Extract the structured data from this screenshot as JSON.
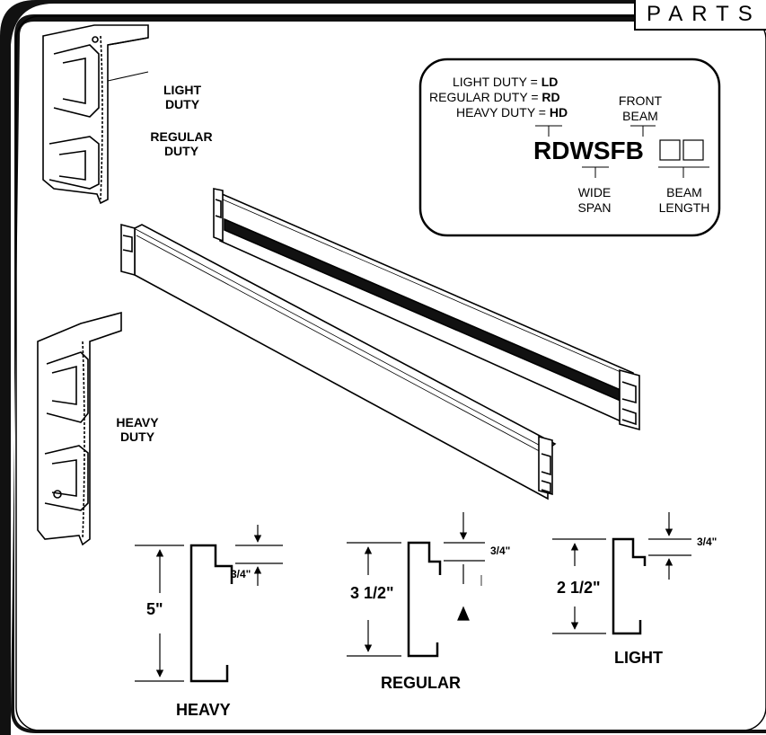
{
  "header": {
    "tab_text": "PARTS"
  },
  "side_labels": {
    "light_duty": "LIGHT DUTY",
    "regular_duty": "REGULAR DUTY",
    "heavy_duty": "HEAVY DUTY"
  },
  "part_key": {
    "rows": [
      {
        "label": "LIGHT DUTY = ",
        "code": "LD"
      },
      {
        "label": "REGULAR DUTY = ",
        "code": "RD"
      },
      {
        "label": "HEAVY DUTY = ",
        "code": "HD"
      }
    ],
    "part_code": "RDWSFB",
    "front_beam": "FRONT BEAM",
    "wide_span": "WIDE SPAN",
    "beam_length": "BEAM LENGTH"
  },
  "profiles": {
    "heavy": {
      "name": "HEAVY",
      "height": "5\"",
      "lip": "3/4\""
    },
    "regular": {
      "name": "REGULAR",
      "height": "3 1/2\"",
      "lip": "3/4\""
    },
    "light": {
      "name": "LIGHT",
      "height": "2 1/2\"",
      "lip": "3/4\""
    }
  }
}
